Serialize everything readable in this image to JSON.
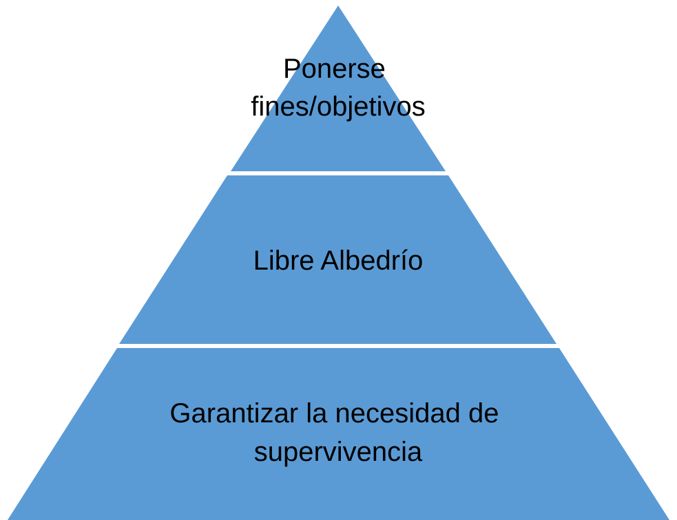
{
  "diagram": {
    "type": "pyramid",
    "fill_color": "#5b9bd5",
    "separator_color": "#ffffff",
    "tiers": [
      {
        "lines": [
          "Ponerse",
          "fines/objetivos"
        ]
      },
      {
        "lines": [
          "Libre Albedrío"
        ]
      },
      {
        "lines": [
          "Garantizar la necesidad de",
          "supervivencia"
        ]
      }
    ]
  }
}
